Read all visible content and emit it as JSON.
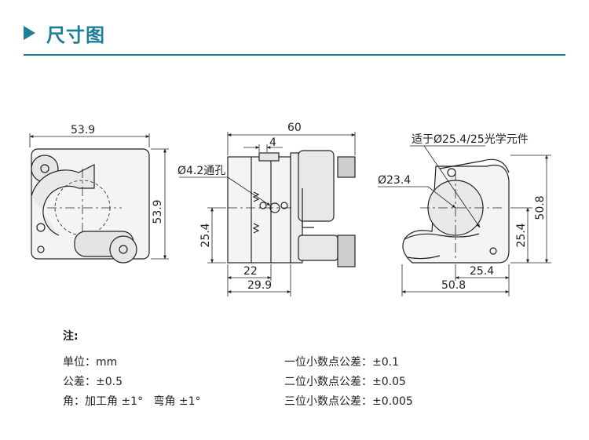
{
  "header": {
    "title": "尺寸图"
  },
  "views": {
    "left": {
      "width": "53.9",
      "height": "53.9"
    },
    "middle": {
      "width": "60",
      "small_top": "4",
      "hole": "Ø4.2通孔",
      "side": "25.4",
      "bottom_inner": "22",
      "bottom_outer": "29.9"
    },
    "right": {
      "optic": "适于Ø25.4/25光学元件",
      "aperture": "Ø23.4",
      "height_outer": "50.8",
      "height_inner": "25.4",
      "bottom_inner": "25.4",
      "bottom_outer": "50.8"
    }
  },
  "notes": {
    "heading": "注:",
    "left": [
      "单位：mm",
      "公差：±0.5",
      "角：加工角 ±1°   弯角 ±1°"
    ],
    "right": [
      "一位小数点公差：±0.1",
      "二位小数点公差：±0.05",
      "三位小数点公差：±0.005"
    ]
  },
  "colors": {
    "accent": "#1c7f95"
  }
}
